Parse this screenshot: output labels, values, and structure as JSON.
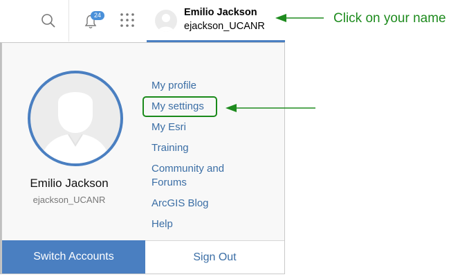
{
  "header": {
    "notification_count": "24",
    "user_name": "Emilio Jackson",
    "username": "ejackson_UCANR"
  },
  "profile_panel": {
    "name": "Emilio Jackson",
    "username": "ejackson_UCANR",
    "menu": [
      {
        "label": "My profile"
      },
      {
        "label": "My settings"
      },
      {
        "label": "My Esri"
      },
      {
        "label": "Training"
      },
      {
        "label": "Community and Forums"
      },
      {
        "label": "ArcGIS Blog"
      },
      {
        "label": "Help"
      }
    ],
    "switch_accounts": "Switch Accounts",
    "sign_out": "Sign Out"
  },
  "annotations": {
    "callout_text": "Click on your name",
    "highlight_color": "#1a8a1a"
  },
  "colors": {
    "accent": "#4a7fc1",
    "link": "#3b6ea5",
    "annotation_green": "#1e8b1e"
  }
}
